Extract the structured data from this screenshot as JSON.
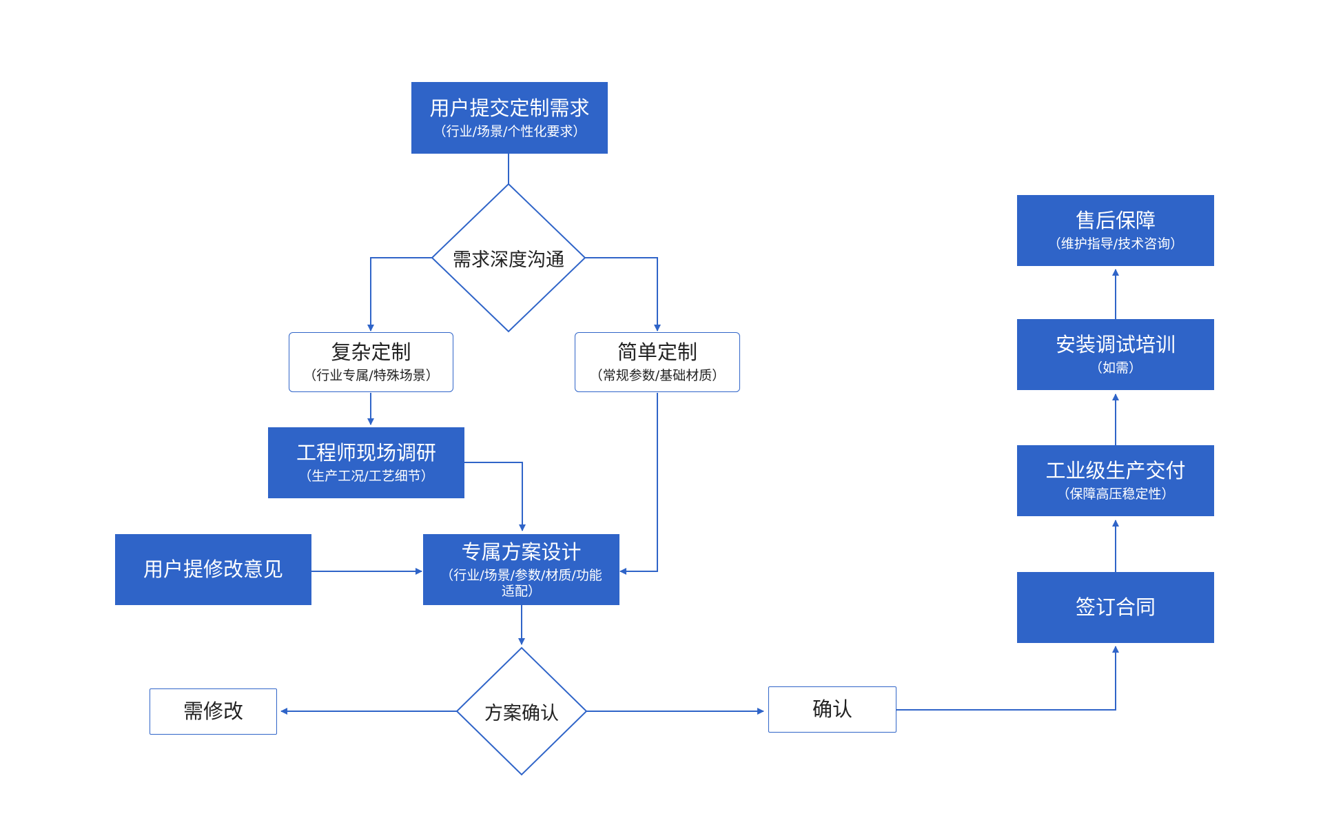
{
  "nodes": {
    "start": {
      "title": "用户提交定制需求",
      "sub": "（行业/场景/个性化要求）"
    },
    "decision1": {
      "title": "需求深度沟通"
    },
    "complex": {
      "title": "复杂定制",
      "sub": "（行业专属/特殊场景）"
    },
    "simple": {
      "title": "简单定制",
      "sub": "（常规参数/基础材质）"
    },
    "survey": {
      "title": "工程师现场调研",
      "sub": "（生产工况/工艺细节）"
    },
    "feedback": {
      "title": "用户提修改意见"
    },
    "design": {
      "title": "专属方案设计",
      "sub": "（行业/场景/参数/材质/功能适配）"
    },
    "decision2": {
      "title": "方案确认"
    },
    "revise": {
      "title": "需修改"
    },
    "confirm": {
      "title": "确认"
    },
    "contract": {
      "title": "签订合同"
    },
    "production": {
      "title": "工业级生产交付",
      "sub": "（保障高压稳定性）"
    },
    "install": {
      "title": "安装调试培训",
      "sub": "（如需）"
    },
    "aftersales": {
      "title": "售后保障",
      "sub": "（维护指导/技术咨询）"
    }
  },
  "colors": {
    "primary": "#2f64c8",
    "text_dark": "#222222",
    "text_light": "#ffffff"
  }
}
